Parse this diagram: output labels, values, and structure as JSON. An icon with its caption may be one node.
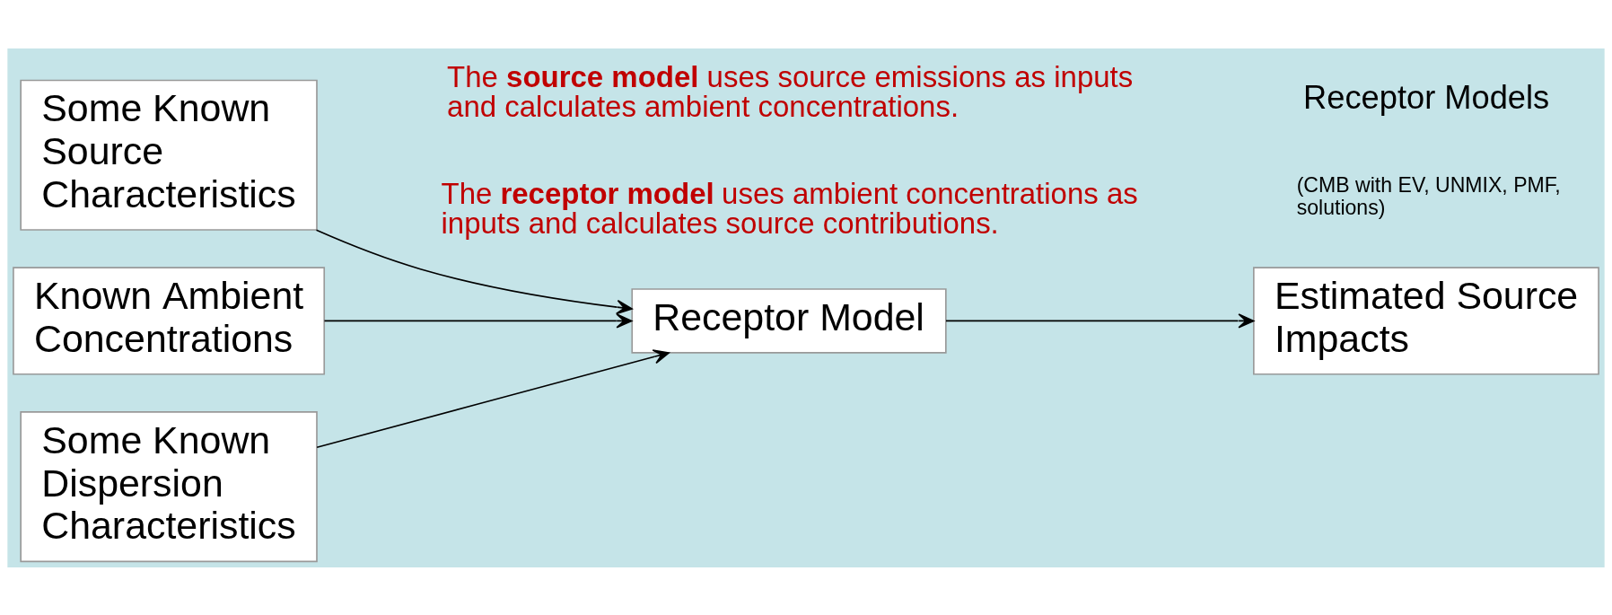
{
  "diagram": {
    "nodes": [
      {
        "text": [
          "Some Known Source Characteristics"
        ]
      },
      {
        "text": [
          "Known Ambient Concentrations"
        ]
      },
      {
        "text": [
          "Some Known Dispersion Characteristics"
        ]
      },
      {
        "text": [
          "Receptor Model"
        ]
      },
      {
        "text": [
          "Estimated Source Impacts"
        ]
      }
    ],
    "edges": [
      {
        "from": 0,
        "to": 3,
        "arrow": "to"
      },
      {
        "from": 1,
        "to": 3,
        "arrow": "to"
      },
      {
        "from": 2,
        "to": 3,
        "arrow": "to"
      },
      {
        "from": 3,
        "to": 4,
        "arrow": "to"
      }
    ],
    "labels": [
      "The **source model** uses source emissions as inputs and calculates ambient concentrations.",
      "The **receptor model** uses ambient concentrations as inputs and calculates source contributions.",
      "Receptor Models",
      "(CMB with EV, UNMIX, PMF, solutions)"
    ]
  }
}
